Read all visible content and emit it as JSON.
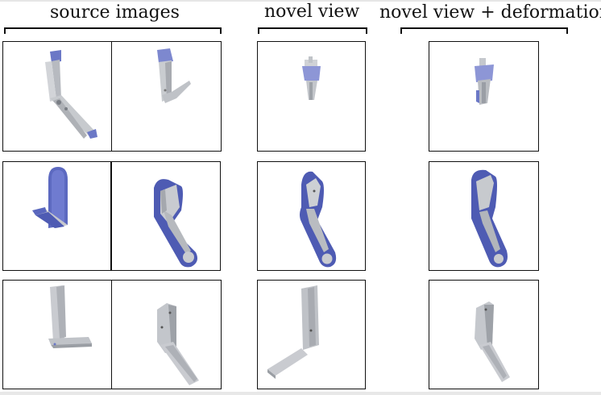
{
  "figure": {
    "columns": [
      {
        "id": "source",
        "label": "source images"
      },
      {
        "id": "novel",
        "label": "novel view"
      },
      {
        "id": "deform",
        "label": "novel view + deformation"
      }
    ],
    "rows": [
      {
        "object": "blue-gray-hinge-thin"
      },
      {
        "object": "blue-hinge-thick"
      },
      {
        "object": "gray-hinge"
      }
    ],
    "colors": {
      "blue": "#6b78c6",
      "blue_dark": "#4e5bb3",
      "gray": "#c4c7cc",
      "gray_dark": "#a3a7ad"
    }
  }
}
